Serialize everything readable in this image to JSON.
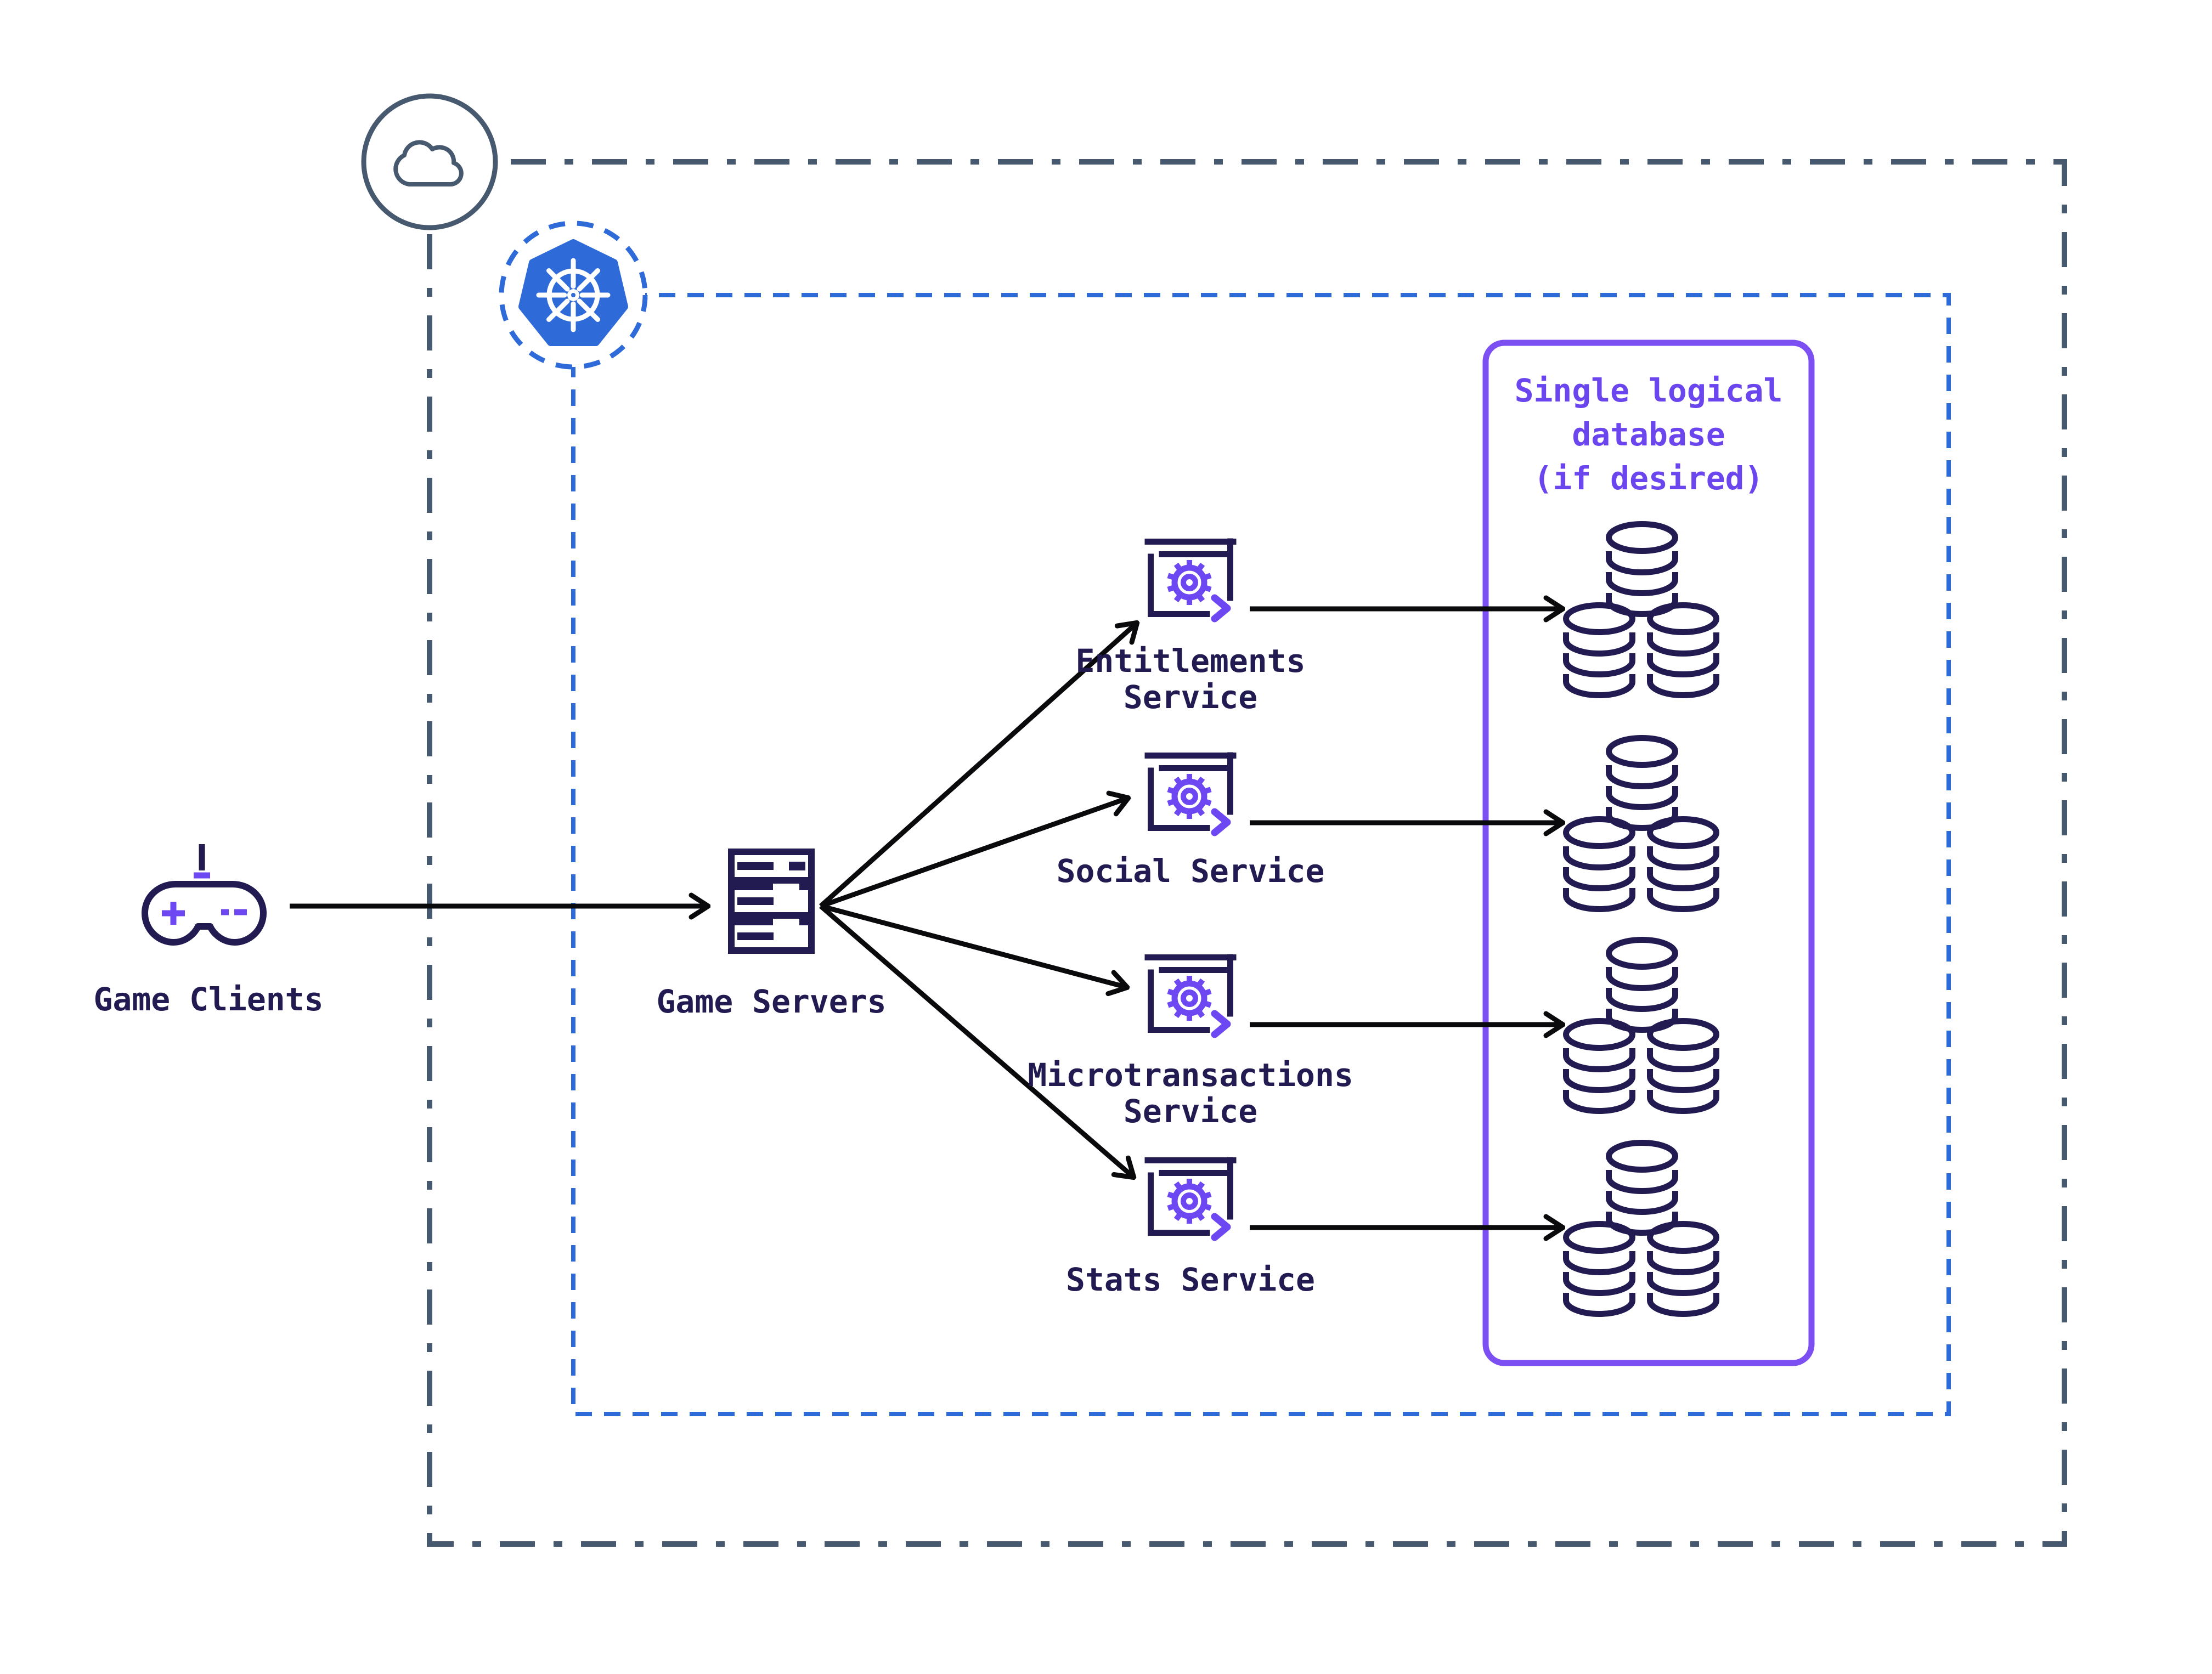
{
  "nodes": {
    "game_clients": {
      "label": "Game Clients"
    },
    "game_servers": {
      "label": "Game Servers"
    },
    "services": [
      {
        "label": "Entitlements\nService"
      },
      {
        "label": "Social Service"
      },
      {
        "label": "Microtransactions\nService"
      },
      {
        "label": "Stats Service"
      }
    ],
    "database_box": {
      "title": "Single logical\ndatabase\n(if desired)"
    }
  },
  "icons": {
    "cloud": "cloud-icon",
    "kubernetes": "kubernetes-icon",
    "game_clients": "gamepad-icon",
    "game_servers": "server-stack-icon",
    "service": "window-gear-icon",
    "database": "database-stack-icon"
  },
  "colors": {
    "navy": "#221b52",
    "purple": "#6d48f2",
    "purple-box": "#7c4ff2",
    "purple-text": "#6b46ee",
    "blue": "#2f6bd8",
    "slate": "#47596e",
    "arrow": "#0a0a0c",
    "background": "#ffffff"
  }
}
